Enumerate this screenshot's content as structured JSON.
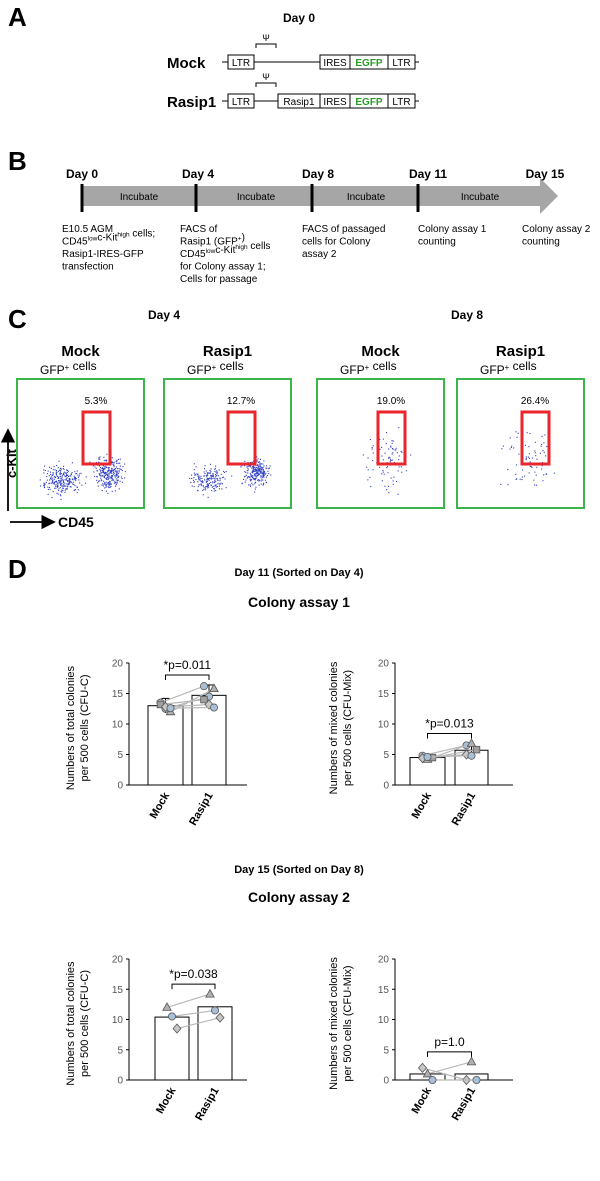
{
  "panels": {
    "a": "A",
    "b": "B",
    "c": "C",
    "d": "D"
  },
  "a": {
    "day": "Day 0",
    "psi": "Ψ",
    "constructs": [
      {
        "name": "Mock",
        "segments": [
          "LTR",
          "IRES",
          "EGFP",
          "LTR"
        ]
      },
      {
        "name": "Rasip1",
        "segments": [
          "LTR",
          "Rasip1",
          "IRES",
          "EGFP",
          "LTR"
        ]
      }
    ],
    "colors": {
      "egfp": "#2a9a2a"
    }
  },
  "b": {
    "days": [
      "Day 0",
      "Day 4",
      "Day 8",
      "Day 11",
      "Day 15"
    ],
    "incubate": "Incubate",
    "notes": [
      [
        "E10.5 AGM",
        "CD45lowc-Kithigh cells;",
        "Rasip1-IRES-GFP",
        "transfection"
      ],
      [
        "FACS of",
        "Rasip1 (GFP+)",
        "CD45lowc-Kithigh cells",
        "for Colony assay 1;",
        "Cells for passage"
      ],
      [
        "FACS of passaged",
        "cells for Colony",
        "assay 2"
      ],
      [
        "Colony assay 1",
        "counting"
      ],
      [
        "Colony assay 2",
        "counting"
      ]
    ],
    "colors": {
      "arrow": "#a6a6a6"
    }
  },
  "c": {
    "day_labels": [
      "Day 4",
      "Day 8"
    ],
    "plots": [
      {
        "title": "Mock",
        "subtitle": "GFP+ cells",
        "percent": "5.3%",
        "density": 1.0
      },
      {
        "title": "Rasip1",
        "subtitle": "GFP+ cells",
        "percent": "12.7%",
        "density": 0.8
      },
      {
        "title": "Mock",
        "subtitle": "GFP+ cells",
        "percent": "19.0%",
        "density": 0.18
      },
      {
        "title": "Rasip1",
        "subtitle": "GFP+ cells",
        "percent": "26.4%",
        "density": 0.15
      }
    ],
    "y_axis": "c-Kit",
    "x_axis": "CD45",
    "colors": {
      "frame": "#3db54a",
      "gate": "#e8262b",
      "dots": "#2f3fc4"
    }
  },
  "d": {
    "header1": "Day 11 (Sorted on Day 4)",
    "title1": "Colony assay 1",
    "header2": "Day 15 (Sorted on Day 8)",
    "title2": "Colony assay 2"
  },
  "chart_data": [
    {
      "type": "bar",
      "title": "",
      "ylabel": "Numbers of total colonies per 500 cells (CFU-C)",
      "ylabel_lines": [
        "Numbers of total colonies",
        "per 500 cells (CFU-C)"
      ],
      "categories": [
        "Mock",
        "Rasip1"
      ],
      "values": [
        13.0,
        14.7
      ],
      "errors": [
        1.2,
        1.7
      ],
      "ylim": [
        0,
        20
      ],
      "yticks": [
        0,
        5,
        10,
        15,
        20
      ],
      "pvalue": "*p=0.011",
      "paired_points": [
        {
          "shape": "circle",
          "values": [
            13.5,
            16.2
          ]
        },
        {
          "shape": "circle",
          "values": [
            12.5,
            14.5
          ]
        },
        {
          "shape": "triangle",
          "values": [
            12.0,
            15.8
          ]
        },
        {
          "shape": "square",
          "values": [
            13.2,
            14.0
          ]
        },
        {
          "shape": "diamond",
          "values": [
            12.8,
            13.2
          ]
        },
        {
          "shape": "circle",
          "values": [
            12.6,
            12.7
          ]
        }
      ]
    },
    {
      "type": "bar",
      "title": "",
      "ylabel": "Numbers of mixed colonies per 500 cells (CFU-Mix)",
      "ylabel_lines": [
        "Numbers of mixed colonies",
        "per 500 cells (CFU-Mix)"
      ],
      "categories": [
        "Mock",
        "Rasip1"
      ],
      "values": [
        4.5,
        5.7
      ],
      "errors": [
        0.4,
        0.7
      ],
      "ylim": [
        0,
        20
      ],
      "yticks": [
        0,
        5,
        10,
        15,
        20
      ],
      "pvalue": "*p=0.013",
      "paired_points": [
        {
          "shape": "circle",
          "values": [
            4.8,
            6.5
          ]
        },
        {
          "shape": "triangle",
          "values": [
            4.2,
            6.8
          ]
        },
        {
          "shape": "square",
          "values": [
            4.5,
            5.8
          ]
        },
        {
          "shape": "diamond",
          "values": [
            4.4,
            5.0
          ]
        },
        {
          "shape": "circle",
          "values": [
            4.6,
            4.8
          ]
        }
      ]
    },
    {
      "type": "bar",
      "title": "",
      "ylabel": "Numbers of total colonies per 500 cells (CFU-C)",
      "ylabel_lines": [
        "Numbers of total colonies",
        "per 500 cells (CFU-C)"
      ],
      "categories": [
        "Mock",
        "Rasip1"
      ],
      "values": [
        10.4,
        12.1
      ],
      "errors": [
        0.0,
        0.0
      ],
      "ylim": [
        0,
        20
      ],
      "yticks": [
        0,
        5,
        10,
        15,
        20
      ],
      "pvalue": "*p=0.038",
      "paired_points": [
        {
          "shape": "triangle",
          "values": [
            12.0,
            14.2
          ]
        },
        {
          "shape": "circle",
          "values": [
            10.5,
            11.5
          ]
        },
        {
          "shape": "diamond",
          "values": [
            8.5,
            10.3
          ]
        }
      ]
    },
    {
      "type": "bar",
      "title": "",
      "ylabel": "Numbers of mixed colonies per 500 cells (CFU-Mix)",
      "ylabel_lines": [
        "Numbers of mixed colonies",
        "per 500 cells (CFU-Mix)"
      ],
      "categories": [
        "Mock",
        "Rasip1"
      ],
      "values": [
        1.0,
        1.0
      ],
      "errors": [
        0.0,
        0.0
      ],
      "ylim": [
        0,
        20
      ],
      "yticks": [
        0,
        5,
        10,
        15,
        20
      ],
      "pvalue": "p=1.0",
      "paired_points": [
        {
          "shape": "diamond",
          "values": [
            2.0,
            0.0
          ]
        },
        {
          "shape": "triangle",
          "values": [
            1.0,
            3.0
          ]
        },
        {
          "shape": "circle",
          "values": [
            0.0,
            0.0
          ]
        }
      ]
    }
  ]
}
